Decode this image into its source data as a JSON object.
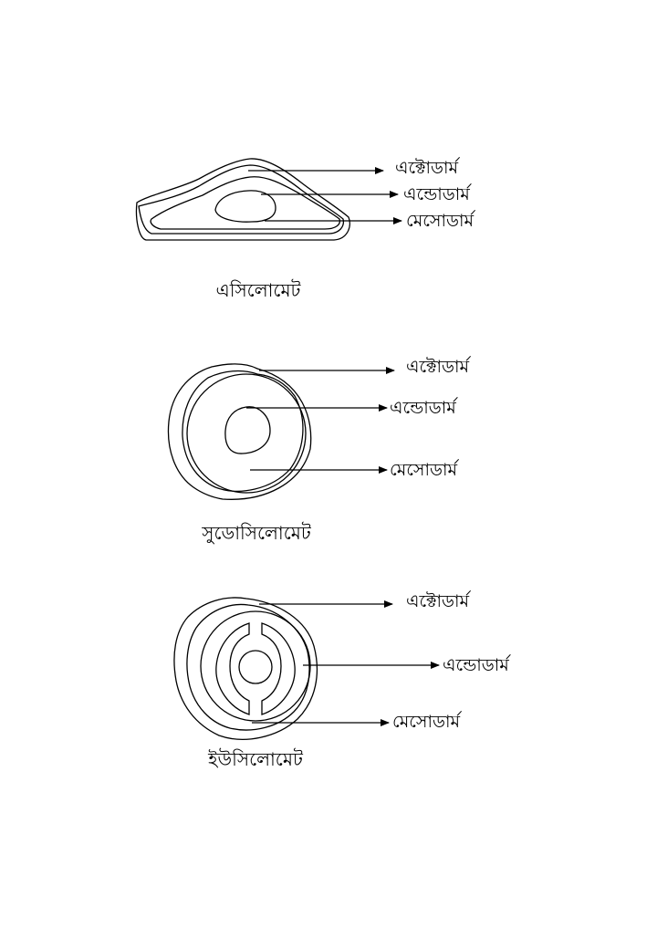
{
  "diagrams": [
    {
      "caption": "এসিলোমেট",
      "labels": {
        "ectoderm": "এক্টোডার্ম",
        "endoderm": "এন্ডোডার্ম",
        "mesoderm": "মেসোডার্ম"
      }
    },
    {
      "caption": "সুডোসিলোমেট",
      "labels": {
        "ectoderm": "এক্টোডার্ম",
        "endoderm": "এন্ডোডার্ম",
        "mesoderm": "মেসোডার্ম"
      }
    },
    {
      "caption": "ইউসিলোমেট",
      "labels": {
        "ectoderm": "এক্টোডার্ম",
        "endoderm": "এন্ডোডার্ম",
        "mesoderm": "মেসোডার্ম"
      }
    }
  ]
}
